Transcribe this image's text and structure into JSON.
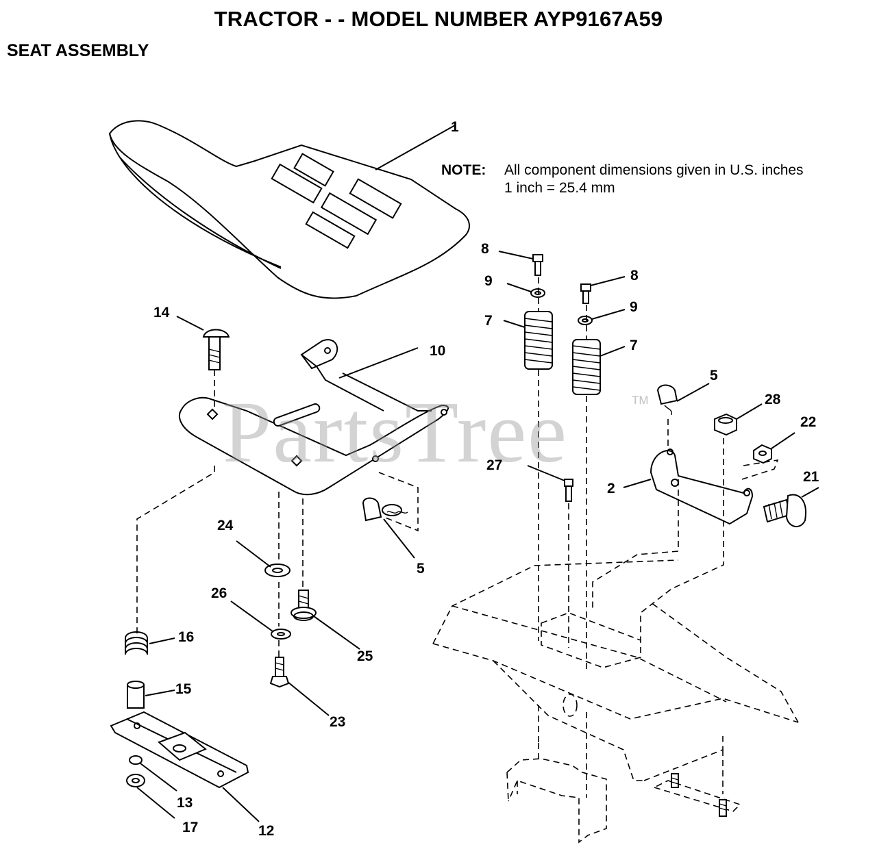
{
  "title": "TRACTOR - - MODEL NUMBER AYP9167A59",
  "subtitle": "SEAT ASSEMBLY",
  "note": {
    "heading": "NOTE:",
    "line1": "All component dimensions given in U.S. inches",
    "line2": "1 inch = 25.4 mm"
  },
  "watermark": "PartsTree",
  "watermark_tm": "TM",
  "callouts": {
    "c1": "1",
    "c2": "2",
    "c5a": "5",
    "c5b": "5",
    "c7a": "7",
    "c7b": "7",
    "c8a": "8",
    "c8b": "8",
    "c9a": "9",
    "c9b": "9",
    "c10": "10",
    "c12": "12",
    "c13": "13",
    "c14": "14",
    "c15": "15",
    "c16": "16",
    "c17": "17",
    "c21": "21",
    "c22": "22",
    "c23": "23",
    "c24": "24",
    "c25": "25",
    "c26": "26",
    "c27": "27",
    "c28": "28"
  }
}
